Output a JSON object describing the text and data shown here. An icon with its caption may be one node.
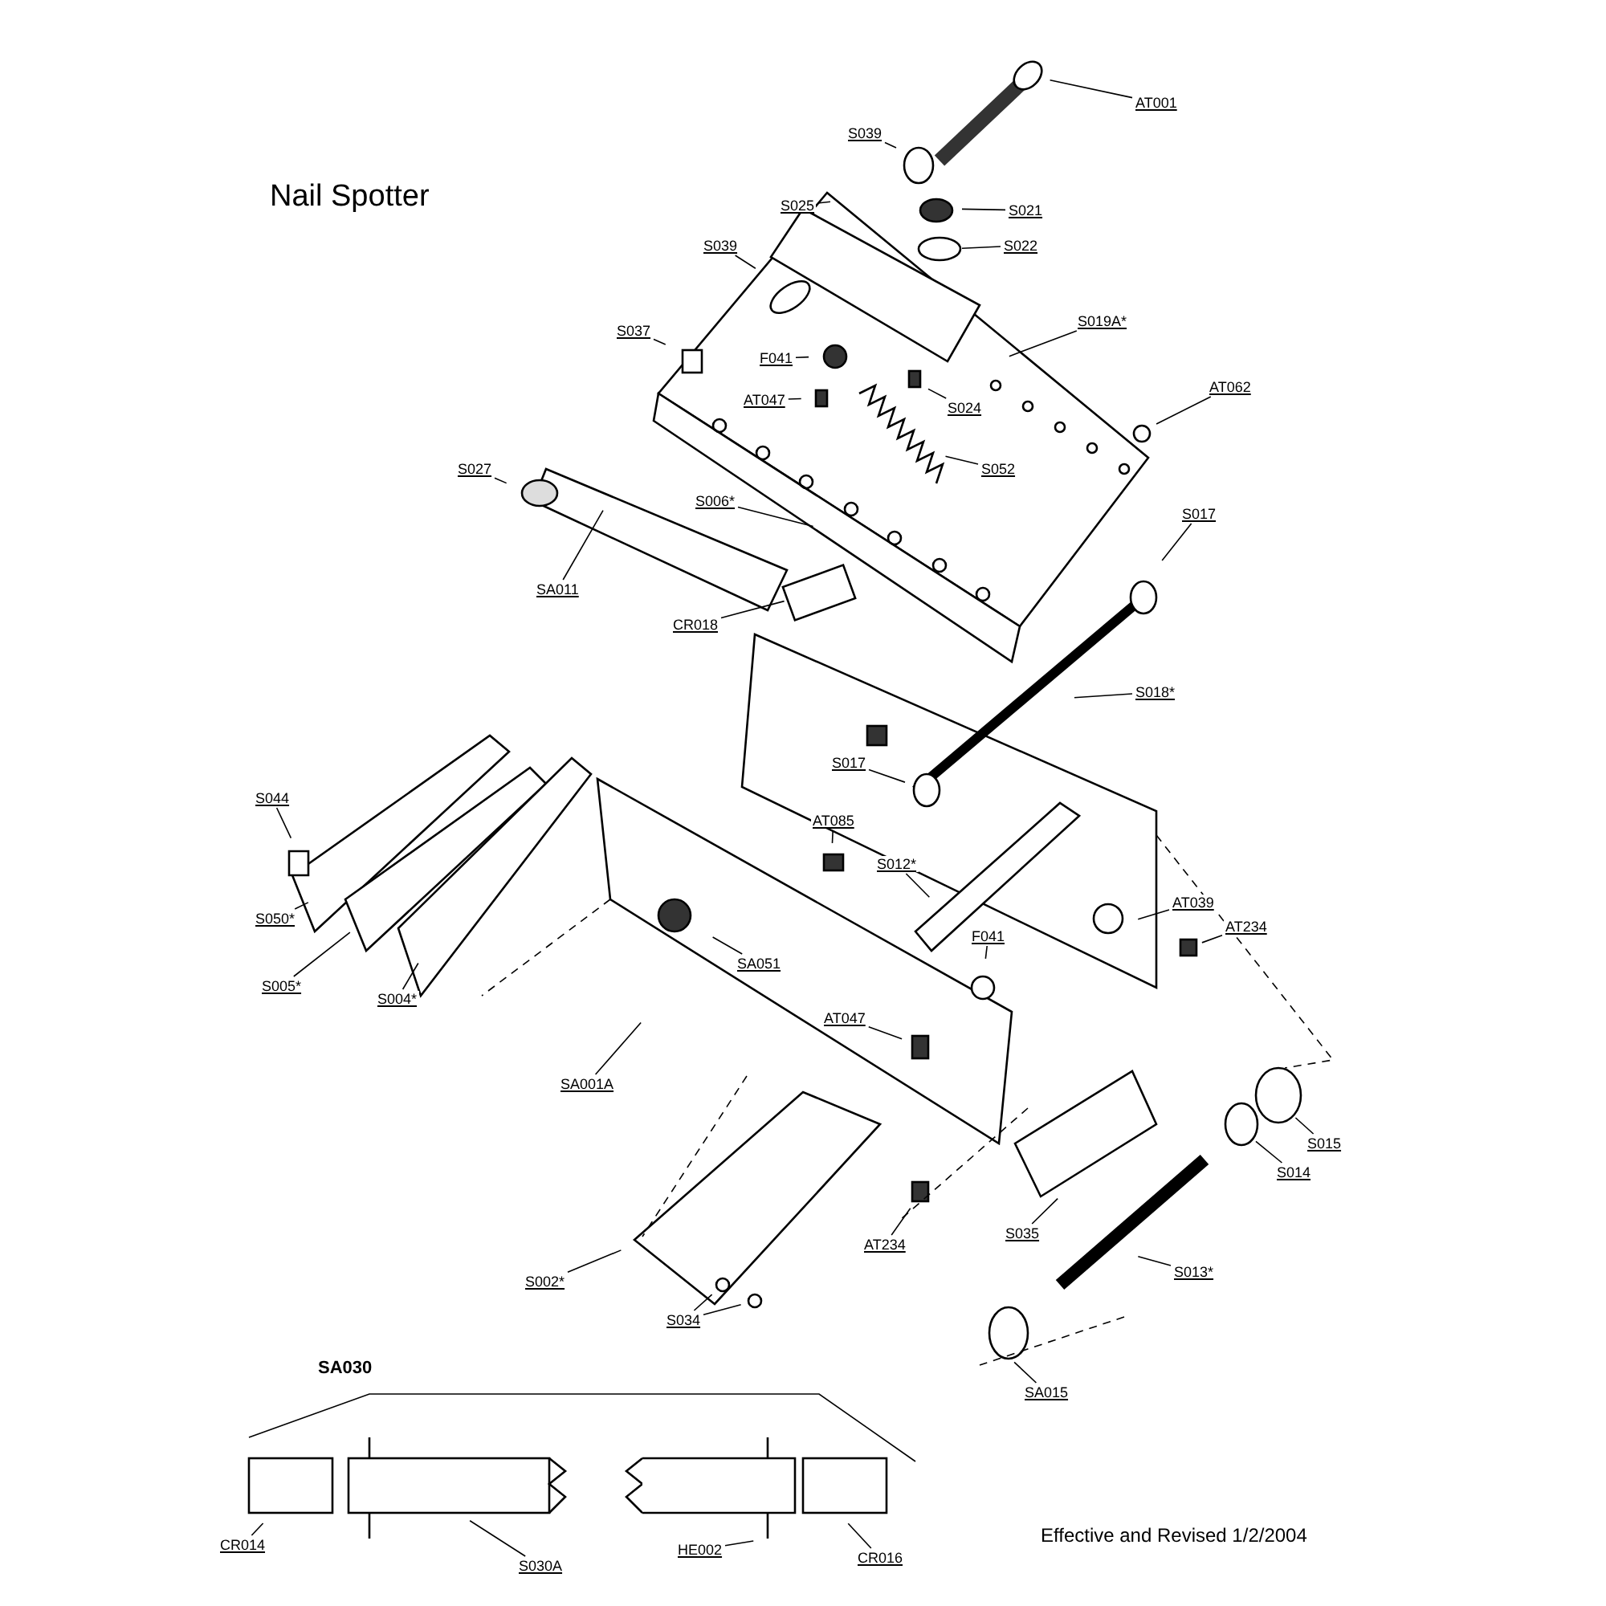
{
  "diagram": {
    "title": "Nail Spotter",
    "caption": "Effective and Revised 1/2/2004",
    "nodes": [
      {
        "text": [
          "AT001"
        ]
      },
      {
        "text": [
          "S039"
        ]
      },
      {
        "text": [
          "S021"
        ]
      },
      {
        "text": [
          "S025"
        ]
      },
      {
        "text": [
          "S022"
        ]
      },
      {
        "text": [
          "S039"
        ]
      },
      {
        "text": [
          "S019A*"
        ]
      },
      {
        "text": [
          "S037"
        ]
      },
      {
        "text": [
          "F041"
        ]
      },
      {
        "text": [
          "AT047"
        ]
      },
      {
        "text": [
          "S024"
        ]
      },
      {
        "text": [
          "AT062"
        ]
      },
      {
        "text": [
          "S027"
        ]
      },
      {
        "text": [
          "S052"
        ]
      },
      {
        "text": [
          "S006*"
        ]
      },
      {
        "text": [
          "S017"
        ]
      },
      {
        "text": [
          "SA011"
        ]
      },
      {
        "text": [
          "CR018"
        ]
      },
      {
        "text": [
          "S018*"
        ]
      },
      {
        "text": [
          "S017"
        ]
      },
      {
        "text": [
          "S044"
        ]
      },
      {
        "text": [
          "AT085"
        ]
      },
      {
        "text": [
          "S012*"
        ]
      },
      {
        "text": [
          "S050*"
        ]
      },
      {
        "text": [
          "AT039"
        ]
      },
      {
        "text": [
          "AT234"
        ]
      },
      {
        "text": [
          "F041"
        ]
      },
      {
        "text": [
          "SA051"
        ]
      },
      {
        "text": [
          "S005*"
        ]
      },
      {
        "text": [
          "S004*"
        ]
      },
      {
        "text": [
          "AT047"
        ]
      },
      {
        "text": [
          "SA001A"
        ]
      },
      {
        "text": [
          "S015"
        ]
      },
      {
        "text": [
          "S014"
        ]
      },
      {
        "text": [
          "S035"
        ]
      },
      {
        "text": [
          "AT234"
        ]
      },
      {
        "text": [
          "S013*"
        ]
      },
      {
        "text": [
          "S002*"
        ]
      },
      {
        "text": [
          "S034"
        ]
      },
      {
        "text": [
          "SA015"
        ]
      },
      {
        "text": [
          "CR014"
        ]
      },
      {
        "text": [
          "S030A"
        ]
      },
      {
        "text": [
          "HE002"
        ]
      },
      {
        "text": [
          "CR016"
        ]
      }
    ],
    "edges": [
      {
        "from": 0,
        "to": null,
        "arrow": "none"
      },
      {
        "from": 1,
        "to": null,
        "arrow": "none"
      },
      {
        "from": 2,
        "to": null,
        "arrow": "none"
      },
      {
        "from": 3,
        "to": null,
        "arrow": "none"
      },
      {
        "from": 4,
        "to": null,
        "arrow": "none"
      },
      {
        "from": 5,
        "to": null,
        "arrow": "none"
      },
      {
        "from": 6,
        "to": null,
        "arrow": "none"
      },
      {
        "from": 7,
        "to": null,
        "arrow": "none"
      },
      {
        "from": 8,
        "to": null,
        "arrow": "none"
      },
      {
        "from": 9,
        "to": null,
        "arrow": "none"
      },
      {
        "from": 10,
        "to": null,
        "arrow": "none"
      },
      {
        "from": 11,
        "to": null,
        "arrow": "none"
      },
      {
        "from": 12,
        "to": null,
        "arrow": "none"
      },
      {
        "from": 13,
        "to": null,
        "arrow": "none"
      },
      {
        "from": 14,
        "to": null,
        "arrow": "none"
      },
      {
        "from": 15,
        "to": null,
        "arrow": "none"
      },
      {
        "from": 16,
        "to": null,
        "arrow": "none"
      },
      {
        "from": 17,
        "to": null,
        "arrow": "none"
      },
      {
        "from": 18,
        "to": null,
        "arrow": "none"
      },
      {
        "from": 19,
        "to": null,
        "arrow": "none"
      },
      {
        "from": 20,
        "to": null,
        "arrow": "none"
      },
      {
        "from": 21,
        "to": null,
        "arrow": "none"
      },
      {
        "from": 22,
        "to": null,
        "arrow": "none"
      },
      {
        "from": 23,
        "to": null,
        "arrow": "none"
      },
      {
        "from": 24,
        "to": null,
        "arrow": "none"
      },
      {
        "from": 25,
        "to": null,
        "arrow": "none"
      },
      {
        "from": 26,
        "to": null,
        "arrow": "none"
      },
      {
        "from": 27,
        "to": null,
        "arrow": "none"
      },
      {
        "from": 28,
        "to": null,
        "arrow": "none"
      },
      {
        "from": 29,
        "to": null,
        "arrow": "none"
      },
      {
        "from": 30,
        "to": null,
        "arrow": "none"
      },
      {
        "from": 31,
        "to": null,
        "arrow": "none"
      },
      {
        "from": 32,
        "to": null,
        "arrow": "none"
      },
      {
        "from": 33,
        "to": null,
        "arrow": "none"
      },
      {
        "from": 34,
        "to": null,
        "arrow": "none"
      },
      {
        "from": 35,
        "to": null,
        "arrow": "none"
      },
      {
        "from": 36,
        "to": null,
        "arrow": "none"
      },
      {
        "from": 37,
        "to": null,
        "arrow": "none"
      },
      {
        "from": 38,
        "to": null,
        "arrow": "none"
      },
      {
        "from": 38,
        "to": null,
        "arrow": "none"
      },
      {
        "from": 39,
        "to": null,
        "arrow": "none"
      },
      {
        "from": 40,
        "to": null,
        "arrow": "none"
      },
      {
        "from": 41,
        "to": null,
        "arrow": "none"
      },
      {
        "from": 42,
        "to": null,
        "arrow": "none"
      },
      {
        "from": 43,
        "to": null,
        "arrow": "none"
      }
    ],
    "labels": [
      "SA030"
    ]
  }
}
